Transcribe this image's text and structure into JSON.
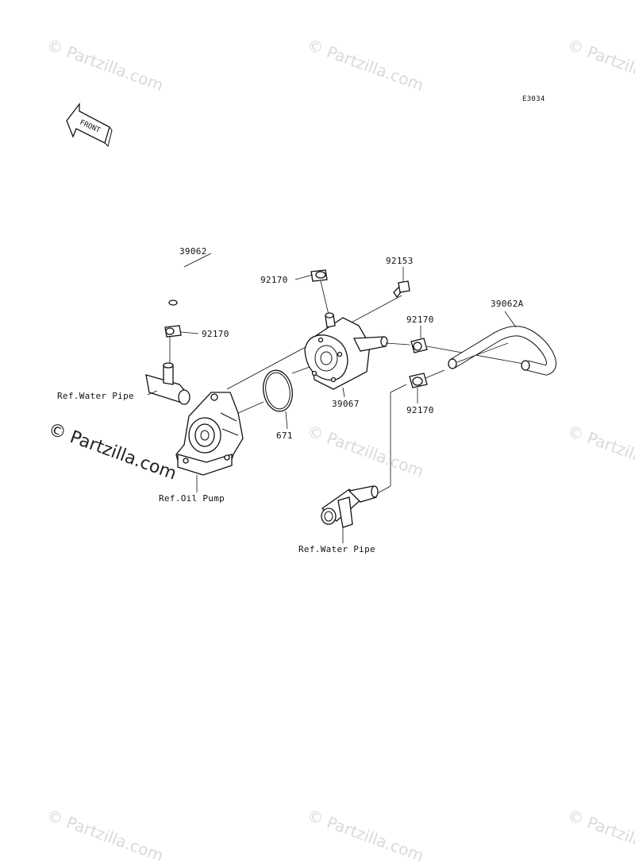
{
  "diagram_code": "E3034",
  "front_label": "FRONT",
  "watermark": "© Partzilla.com",
  "parts": {
    "hose_39062": "39062",
    "clamp_92170_top": "92170",
    "clamp_92170_left": "92170",
    "bolt_92153": "92153",
    "hose_39062a": "39062A",
    "clamp_92170_right": "92170",
    "clamp_92170_lower": "92170",
    "oil_cooler_39067": "39067",
    "oring_671": "671"
  },
  "refs": {
    "water_pipe_left": "Ref.Water Pipe",
    "oil_pump": "Ref.Oil Pump",
    "water_pipe_bottom": "Ref.Water Pipe"
  }
}
